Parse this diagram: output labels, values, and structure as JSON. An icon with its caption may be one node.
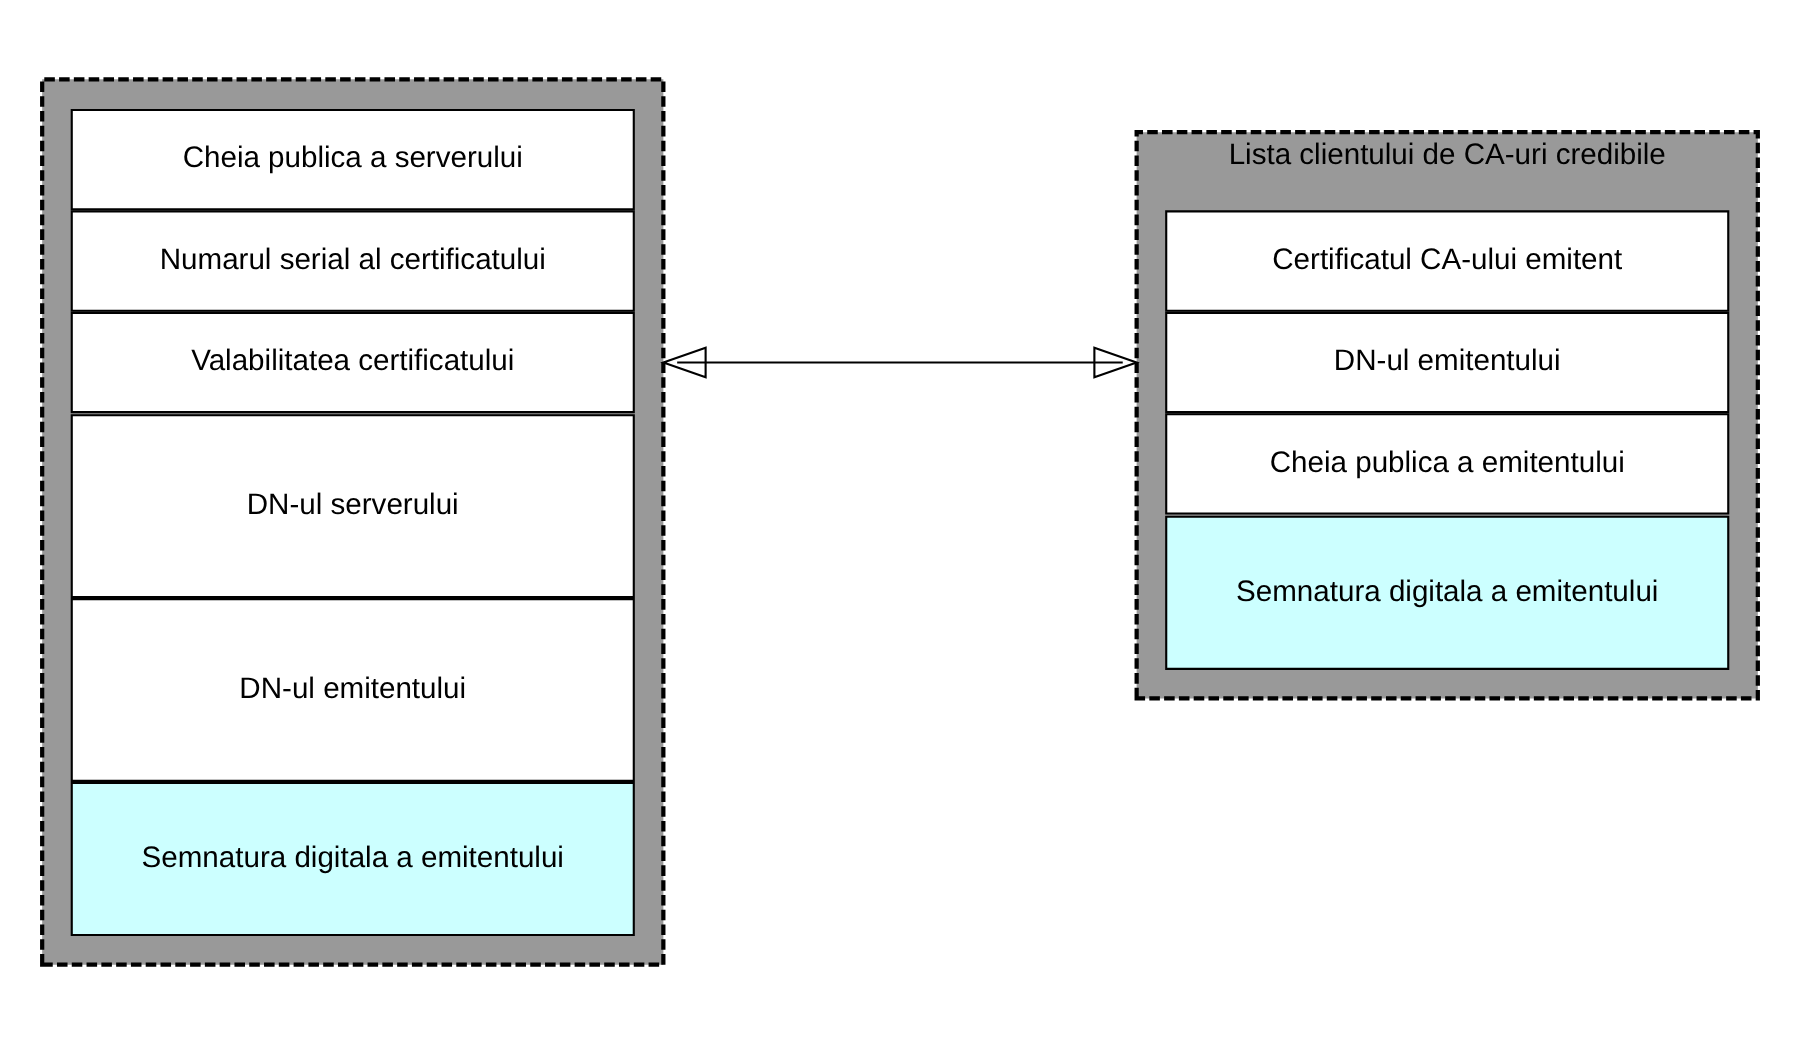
{
  "diagram": {
    "nodes": [
      {
        "text": [],
        "shape": "box"
      },
      {
        "text": [
          "Cheia publica a serverului"
        ],
        "in": 0
      },
      {
        "text": [
          "Numarul serial al certificatului"
        ],
        "in": 0
      },
      {
        "text": [
          "Valabilitatea certificatului"
        ],
        "in": 0
      },
      {
        "text": [
          "DN-ul serverului"
        ],
        "in": 0
      },
      {
        "text": [
          "DN-ul emitentului"
        ],
        "in": 0
      },
      {
        "text": [
          "Semnatura digitala a emitentului"
        ],
        "in": 0
      },
      {
        "text": [
          "Lista clientului de CA-uri credibile"
        ]
      },
      {
        "text": [
          "Certificatul CA-ului emitent"
        ],
        "in": 7
      },
      {
        "text": [
          "DN-ul emitentului"
        ],
        "in": 7
      },
      {
        "text": [
          "Cheia publica a emitentului"
        ],
        "in": 7
      },
      {
        "text": [
          "Semnatura digitala a emitentului"
        ],
        "in": 7
      }
    ],
    "edges": [
      {
        "from": 0,
        "to": 7,
        "arrow": "both"
      }
    ]
  }
}
